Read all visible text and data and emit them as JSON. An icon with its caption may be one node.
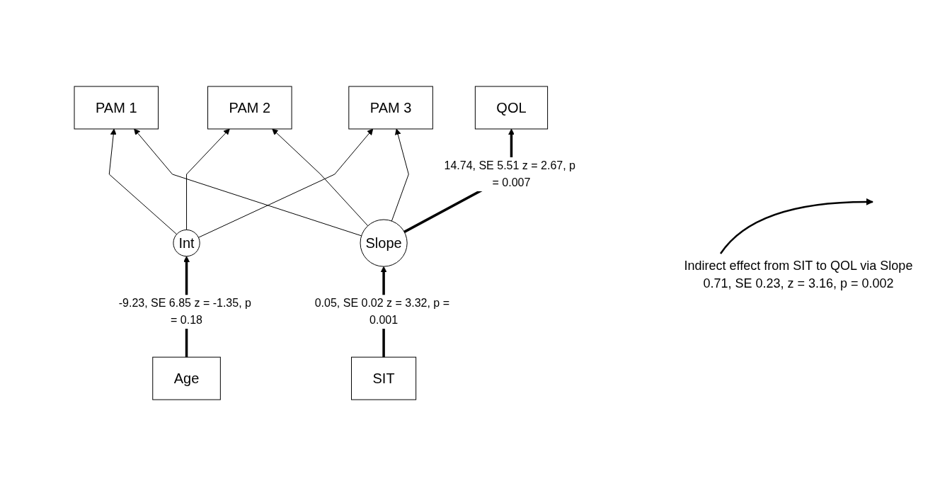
{
  "diagram": {
    "nodes": [
      {
        "text": [
          "PAM 1"
        ]
      },
      {
        "text": [
          "PAM 2"
        ]
      },
      {
        "text": [
          "PAM 3"
        ]
      },
      {
        "text": [
          "Age"
        ]
      },
      {
        "text": [
          "Int"
        ]
      },
      {
        "text": [
          "Slope"
        ]
      },
      {
        "text": [
          "QOL"
        ]
      },
      {
        "text": [
          "SIT"
        ]
      }
    ],
    "edges": [
      {
        "from": 4,
        "to": 0,
        "arrow": "to"
      },
      {
        "from": 4,
        "to": 1,
        "arrow": "to"
      },
      {
        "from": 4,
        "to": 2,
        "arrow": "to"
      },
      {
        "from": 5,
        "to": 0,
        "arrow": "to"
      },
      {
        "from": 5,
        "to": 1,
        "arrow": "to"
      },
      {
        "from": 5,
        "to": 2,
        "arrow": "to"
      },
      {
        "from": 3,
        "to": 4,
        "arrow": "to",
        "label": "-9.23, SE 6.85 z = -1.35, p = 0.18",
        "style": "thick"
      },
      {
        "from": 7,
        "to": 5,
        "arrow": "to",
        "label": "0.05, SE 0.02 z = 3.32, p = 0.001",
        "style": "thick"
      },
      {
        "from": 5,
        "to": 6,
        "arrow": "to",
        "label": "14.74, SE 5.51 z = 2.67, p = 0.007",
        "style": "thick"
      }
    ],
    "labels": [
      "Indirect effect from SIT to QOL via Slope",
      "0.71, SE 0.23, z = 3.16, p = 0.002"
    ]
  }
}
